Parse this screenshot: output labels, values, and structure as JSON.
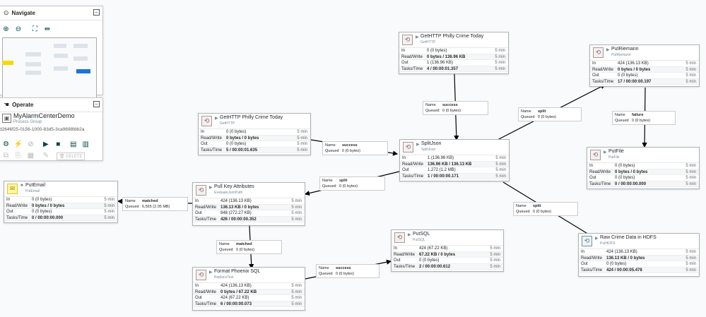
{
  "navigate": {
    "title": "Navigate",
    "minimize": "–"
  },
  "operate": {
    "title": "Operate",
    "minimize": "–",
    "name": "MyAlarmCenterDemo",
    "type": "Process Group",
    "id": "d2646f25-0156-1000-83d5-3ca9698fdb2a",
    "delete_label": "DELETE"
  },
  "processors": [
    {
      "name": "GetHTTP Philly Crime Today",
      "type": "GetHTTP",
      "icon": "processor-icon",
      "in": "0 (0 bytes)",
      "rw": "0 bytes / 136.96 KB",
      "out": "1 (136.96 KB)",
      "tasks": "4 / 00:00:01.357",
      "win": "5 min"
    },
    {
      "name": "PutRiemann",
      "type": "PutRiemann",
      "icon": "processor-icon",
      "in": "424 (136.13 KB)",
      "rw": "0 bytes / 0 bytes",
      "out": "0 (0 bytes)",
      "tasks": "17 / 00:00:00.197",
      "win": "5 min"
    },
    {
      "name": "GetHTTP Philly Crime Today",
      "type": "GetHTTP",
      "icon": "processor-icon",
      "in": "0 (0 bytes)",
      "rw": "0 bytes / 0 bytes",
      "out": "0 (0 bytes)",
      "tasks": "5 / 00:00:01.635",
      "win": "5 min"
    },
    {
      "name": "SplitJson",
      "type": "SplitJson",
      "icon": "processor-icon",
      "in": "1 (136.96 KB)",
      "rw": "136.96 KB / 136.13 KB",
      "out": "1,272 (1.2 MB)",
      "tasks": "1 / 00:00:00.171",
      "win": "5 min"
    },
    {
      "name": "PutFile",
      "type": "PutFile",
      "icon": "processor-icon",
      "in": "0 (0 bytes)",
      "rw": "0 bytes / 0 bytes",
      "out": "0 (0 bytes)",
      "tasks": "0 / 00:00:00.000",
      "win": "5 min"
    },
    {
      "name": "PutEmail",
      "type": "PutEmail",
      "icon": "email-icon",
      "in": "0 (0 bytes)",
      "rw": "0 bytes / 0 bytes",
      "out": "0 (0 bytes)",
      "tasks": "0 / 00:00:00.000",
      "win": "5 min"
    },
    {
      "name": "Pull Key Attributes",
      "type": "EvaluateJsonPath",
      "icon": "processor-icon",
      "in": "424 (136.13 KB)",
      "rw": "136.13 KB / 0 bytes",
      "out": "848 (272.27 KB)",
      "tasks": "426 / 00:00:00.352",
      "win": "5 min"
    },
    {
      "name": "PutSQL",
      "type": "PutSQL",
      "icon": "processor-icon",
      "in": "424 (67.22 KB)",
      "rw": "67.22 KB / 0 bytes",
      "out": "0 (0 bytes)",
      "tasks": "2 / 00:00:00.612",
      "win": "5 min"
    },
    {
      "name": "Raw Crime Data in HDFS",
      "type": "PutHDFS",
      "icon": "hdfs-icon",
      "in": "424 (136.13 KB)",
      "rw": "136.13 KB / 0 bytes",
      "out": "0 (0 bytes)",
      "tasks": "424 / 00:00:05.478",
      "win": "5 min"
    },
    {
      "name": "Format Phoenix SQL",
      "type": "ReplaceText",
      "icon": "processor-icon",
      "in": "424 (136.13 KB)",
      "rw": "0 bytes / 67.22 KB",
      "out": "424 (67.22 KB)",
      "tasks": "6 / 00:00:00.073",
      "win": "5 min"
    }
  ],
  "stat_labels": {
    "in": "In",
    "rw": "Read/Write",
    "out": "Out",
    "tasks": "Tasks/Time"
  },
  "connections": [
    {
      "name_key": "Name",
      "name": "success",
      "queued_key": "Queued",
      "queued": "0 (0 bytes)"
    },
    {
      "name_key": "Name",
      "name": "split",
      "queued_key": "Queued",
      "queued": "0 (0 bytes)"
    },
    {
      "name_key": "Name",
      "name": "failure",
      "queued_key": "Queued",
      "queued": "0 (0 bytes)"
    },
    {
      "name_key": "Name",
      "name": "success",
      "queued_key": "Queued",
      "queued": "0 (0 bytes)"
    },
    {
      "name_key": "Name",
      "name": "split",
      "queued_key": "Queued",
      "queued": "0 (0 bytes)"
    },
    {
      "name_key": "Name",
      "name": "matched",
      "queued_key": "Queued",
      "queued": "6,565 (2.05 MB)"
    },
    {
      "name_key": "Name",
      "name": "split",
      "queued_key": "Queued",
      "queued": "0 (0 bytes)"
    },
    {
      "name_key": "Name",
      "name": "matched",
      "queued_key": "Queued",
      "queued": "0 (0 bytes)"
    },
    {
      "name_key": "Name",
      "name": "success",
      "queued_key": "Queued",
      "queued": "0 (0 bytes)"
    }
  ],
  "colors": {
    "accent": "#004849",
    "minimap_highlight": "#fad700",
    "minimap_view": "#1976d2"
  }
}
